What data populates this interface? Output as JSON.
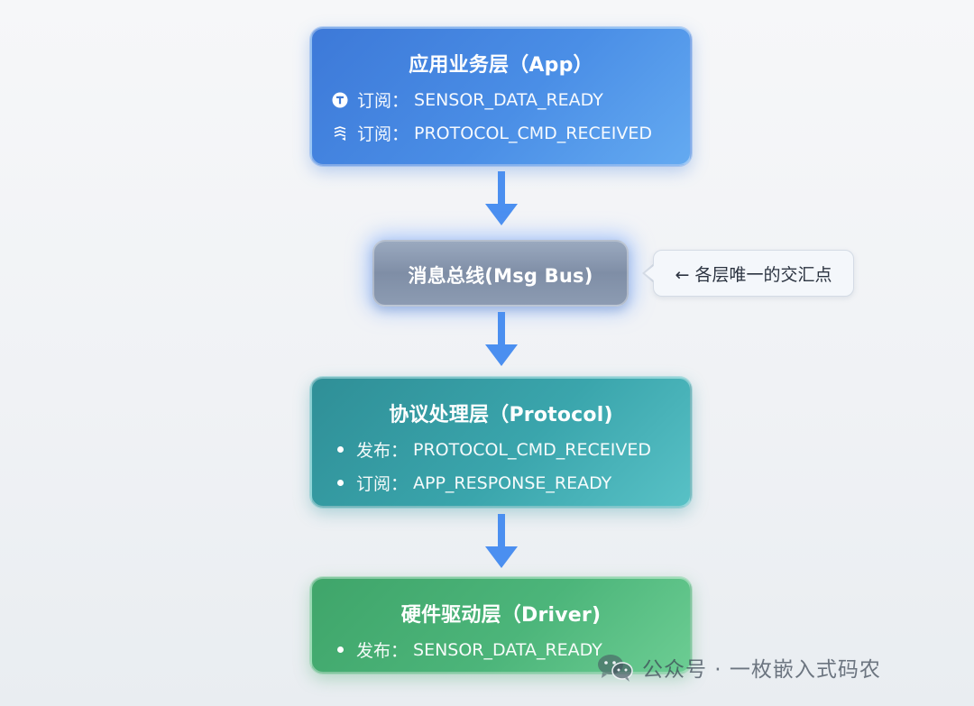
{
  "diagram": {
    "app_layer": {
      "title": "应用业务层（App）",
      "lines": [
        {
          "icon": "subscribe-t-icon",
          "prefix": "订阅：",
          "event": "SENSOR_DATA_READY"
        },
        {
          "icon": "stack-icon",
          "prefix": "订阅：",
          "event": "PROTOCOL_CMD_RECEIVED"
        }
      ]
    },
    "message_bus": {
      "title": "消息总线(Msg Bus)",
      "callout": "← 各层唯一的交汇点"
    },
    "protocol_layer": {
      "title": "协议处理层（Protocol)",
      "lines": [
        {
          "icon": "bullet",
          "prefix": "发布：",
          "event": "PROTOCOL_CMD_RECEIVED"
        },
        {
          "icon": "bullet",
          "prefix": "订阅：",
          "event": "APP_RESPONSE_READY"
        }
      ]
    },
    "driver_layer": {
      "title": "硬件驱动层（Driver)",
      "lines": [
        {
          "icon": "bullet",
          "prefix": "发布：",
          "event": "SENSOR_DATA_READY"
        }
      ]
    },
    "arrow_color": "#4b8ff0",
    "colors": {
      "app": "#4a8ee6",
      "bus": "#8e9db4",
      "protocol": "#3aa5ac",
      "driver": "#4cb57a"
    }
  },
  "watermark": {
    "icon": "wechat-icon",
    "text": "公众号 · 一枚嵌入式码农"
  }
}
